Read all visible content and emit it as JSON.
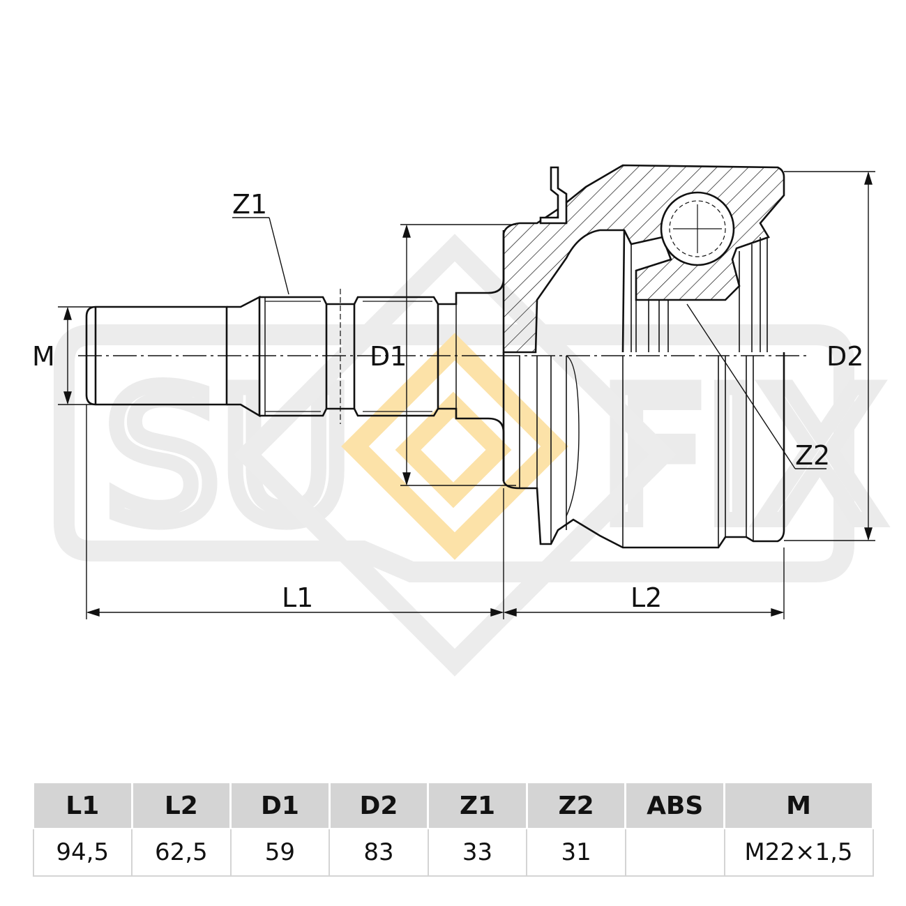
{
  "watermark": {
    "text_left": "SU",
    "text_right": "FIX",
    "color": "#ebebeb",
    "accent": "#fce2a8"
  },
  "drawing": {
    "labels": {
      "m": "M",
      "d1": "D1",
      "d2": "D2",
      "z1": "Z1",
      "z2": "Z2",
      "l1": "L1",
      "l2": "L2"
    }
  },
  "specs": {
    "headers": [
      "L1",
      "L2",
      "D1",
      "D2",
      "Z1",
      "Z2",
      "ABS",
      "M"
    ],
    "values": [
      "94,5",
      "62,5",
      "59",
      "83",
      "33",
      "31",
      "",
      "M22×1,5"
    ]
  }
}
